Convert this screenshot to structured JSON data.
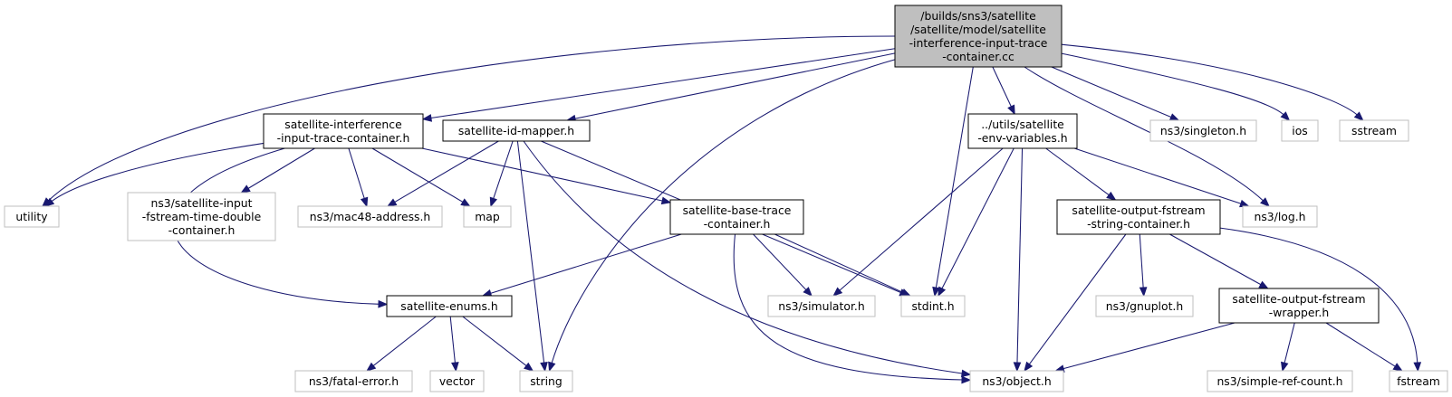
{
  "title": "",
  "colors": {
    "edge": "#191970",
    "root_fill": "#bfbfbf",
    "documented_border": "#000000",
    "external_border": "#bfbfbf"
  },
  "nodes": [
    {
      "id": "root",
      "kind": "root",
      "lines": [
        "/builds/sns3/satellite",
        "/satellite/model/satellite",
        "-interference-input-trace",
        "-container.cc"
      ]
    },
    {
      "id": "sat_interf",
      "kind": "documented",
      "lines": [
        "satellite-interference",
        "-input-trace-container.h"
      ]
    },
    {
      "id": "sat_id_mapper",
      "kind": "documented",
      "lines": [
        "satellite-id-mapper.h"
      ]
    },
    {
      "id": "env_vars",
      "kind": "documented",
      "lines": [
        "../utils/satellite",
        "-env-variables.h"
      ]
    },
    {
      "id": "singleton",
      "kind": "external",
      "lines": [
        "ns3/singleton.h"
      ]
    },
    {
      "id": "ios",
      "kind": "external",
      "lines": [
        "ios"
      ]
    },
    {
      "id": "sstream",
      "kind": "external",
      "lines": [
        "sstream"
      ]
    },
    {
      "id": "utility",
      "kind": "external",
      "lines": [
        "utility"
      ]
    },
    {
      "id": "fstream_time",
      "kind": "external",
      "lines": [
        "ns3/satellite-input",
        "-fstream-time-double",
        "-container.h"
      ]
    },
    {
      "id": "mac48",
      "kind": "external",
      "lines": [
        "ns3/mac48-address.h"
      ]
    },
    {
      "id": "map",
      "kind": "external",
      "lines": [
        "map"
      ]
    },
    {
      "id": "base_trace",
      "kind": "documented",
      "lines": [
        "satellite-base-trace",
        "-container.h"
      ]
    },
    {
      "id": "out_string",
      "kind": "documented",
      "lines": [
        "satellite-output-fstream",
        "-string-container.h"
      ]
    },
    {
      "id": "log",
      "kind": "external",
      "lines": [
        "ns3/log.h"
      ]
    },
    {
      "id": "enums",
      "kind": "documented",
      "lines": [
        "satellite-enums.h"
      ]
    },
    {
      "id": "simulator",
      "kind": "external",
      "lines": [
        "ns3/simulator.h"
      ]
    },
    {
      "id": "stdint",
      "kind": "external",
      "lines": [
        "stdint.h"
      ]
    },
    {
      "id": "gnuplot",
      "kind": "external",
      "lines": [
        "ns3/gnuplot.h"
      ]
    },
    {
      "id": "out_wrapper",
      "kind": "documented",
      "lines": [
        "satellite-output-fstream",
        "-wrapper.h"
      ]
    },
    {
      "id": "fatal",
      "kind": "external",
      "lines": [
        "ns3/fatal-error.h"
      ]
    },
    {
      "id": "vector",
      "kind": "external",
      "lines": [
        "vector"
      ]
    },
    {
      "id": "string",
      "kind": "external",
      "lines": [
        "string"
      ]
    },
    {
      "id": "object",
      "kind": "external",
      "lines": [
        "ns3/object.h"
      ]
    },
    {
      "id": "simple_ref",
      "kind": "external",
      "lines": [
        "ns3/simple-ref-count.h"
      ]
    },
    {
      "id": "fstream",
      "kind": "external",
      "lines": [
        "fstream"
      ]
    }
  ],
  "edges": [
    [
      "root",
      "sat_interf"
    ],
    [
      "root",
      "sat_id_mapper"
    ],
    [
      "root",
      "env_vars"
    ],
    [
      "root",
      "singleton"
    ],
    [
      "root",
      "ios"
    ],
    [
      "root",
      "sstream"
    ],
    [
      "root",
      "utility"
    ],
    [
      "root",
      "string"
    ],
    [
      "root",
      "stdint"
    ],
    [
      "root",
      "log"
    ],
    [
      "sat_interf",
      "utility"
    ],
    [
      "sat_interf",
      "fstream_time"
    ],
    [
      "sat_interf",
      "mac48"
    ],
    [
      "sat_interf",
      "map"
    ],
    [
      "sat_interf",
      "base_trace"
    ],
    [
      "sat_interf",
      "enums"
    ],
    [
      "sat_id_mapper",
      "mac48"
    ],
    [
      "sat_id_mapper",
      "map"
    ],
    [
      "sat_id_mapper",
      "string"
    ],
    [
      "sat_id_mapper",
      "stdint"
    ],
    [
      "sat_id_mapper",
      "object"
    ],
    [
      "env_vars",
      "simulator"
    ],
    [
      "env_vars",
      "stdint"
    ],
    [
      "env_vars",
      "object"
    ],
    [
      "env_vars",
      "out_string"
    ],
    [
      "env_vars",
      "log"
    ],
    [
      "base_trace",
      "enums"
    ],
    [
      "base_trace",
      "simulator"
    ],
    [
      "base_trace",
      "stdint"
    ],
    [
      "base_trace",
      "object"
    ],
    [
      "out_string",
      "object"
    ],
    [
      "out_string",
      "gnuplot"
    ],
    [
      "out_string",
      "out_wrapper"
    ],
    [
      "out_string",
      "fstream"
    ],
    [
      "out_wrapper",
      "object"
    ],
    [
      "out_wrapper",
      "simple_ref"
    ],
    [
      "out_wrapper",
      "fstream"
    ],
    [
      "enums",
      "fatal"
    ],
    [
      "enums",
      "vector"
    ],
    [
      "enums",
      "string"
    ]
  ]
}
